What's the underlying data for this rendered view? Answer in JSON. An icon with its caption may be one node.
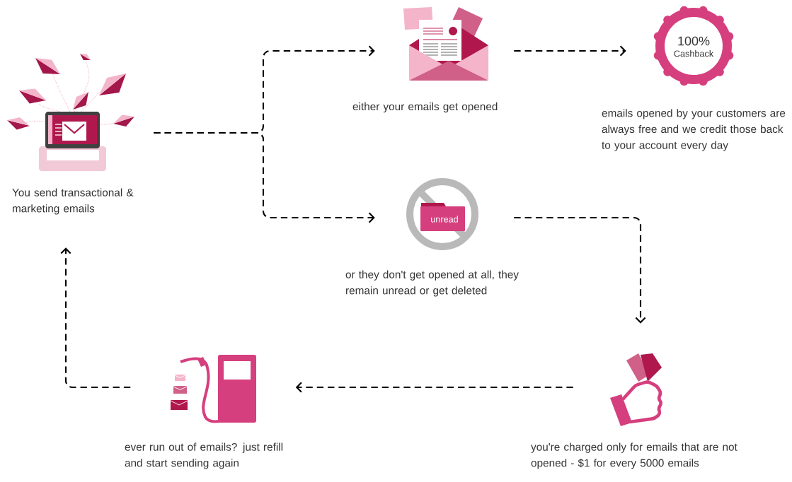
{
  "diagram": {
    "nodes": [
      {
        "text": [],
        "shape": "picture",
        "beside": [
          "You send transactional & marketing emails"
        ]
      },
      {
        "text": [],
        "shape": "picture",
        "beside": [
          "either your emails get opened"
        ]
      },
      {
        "text": [
          "100%",
          "Cashback"
        ],
        "beside": [
          "emails opened by your customers are always free and we credit those back to your account every day"
        ]
      },
      {
        "text": [
          "unread"
        ],
        "beside": [
          "or they don't get opened at all, they remain unread or get deleted"
        ]
      },
      {
        "text": [],
        "shape": "picture",
        "beside": [
          "you're charged only for emails that are not opened - $1 for every 5000 emails"
        ]
      },
      {
        "text": [],
        "shape": "picture",
        "beside": [
          "ever run out of emails? just refill and start sending again"
        ]
      }
    ],
    "edges": [
      {
        "from": 0,
        "to": 1,
        "arrow": "to"
      },
      {
        "from": 0,
        "to": 3,
        "arrow": "to"
      },
      {
        "from": 1,
        "to": 2,
        "arrow": "to"
      },
      {
        "from": 3,
        "to": 4,
        "arrow": "to"
      },
      {
        "from": 4,
        "to": 5,
        "arrow": "to"
      },
      {
        "from": 5,
        "to": 0,
        "arrow": "to"
      }
    ]
  }
}
